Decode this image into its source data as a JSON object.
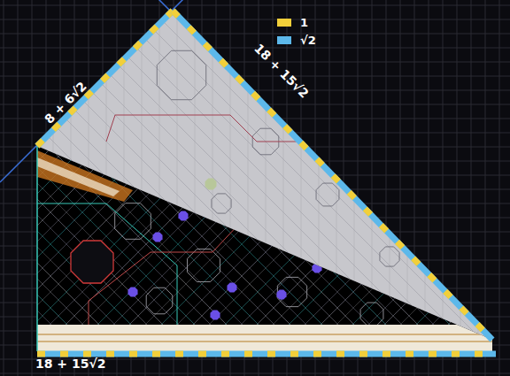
{
  "diagram": {
    "labels": [
      "8 + 6√2",
      "18 + 15√2",
      "18 + 15√2"
    ],
    "legend": [
      {
        "text": "1",
        "color": "#f2cf3a"
      },
      {
        "text": "√2",
        "color": "#5cb8ea"
      }
    ]
  }
}
